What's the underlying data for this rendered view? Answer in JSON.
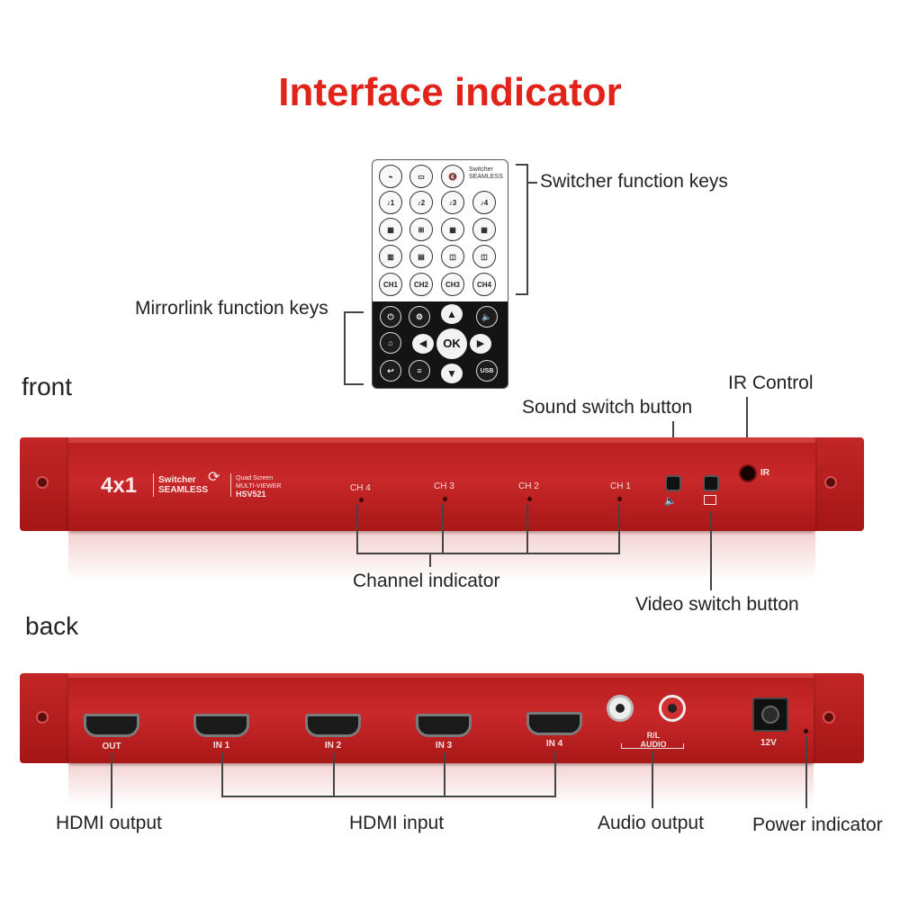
{
  "title": "Interface indicator",
  "remote": {
    "labels": {
      "switcher_keys": "Switcher function keys",
      "mirrorlink_keys": "Mirrorlink function keys"
    },
    "brand_line1": "Switcher",
    "brand_line2": "SEAMLESS",
    "top_row": [
      "",
      "",
      "mute"
    ],
    "channel_keys": [
      "CH1",
      "CH2",
      "CH3",
      "CH4"
    ],
    "ok_label": "OK",
    "usb_label": "USB"
  },
  "front": {
    "section_label": "front",
    "model_big": "4x1",
    "brand_line1": "Switcher",
    "brand_line2": "SEAMLESS",
    "sub_line1": "Quad Screen",
    "sub_line2": "MULTI-VIEWER",
    "model": "HSV521",
    "channels": [
      "CH 4",
      "CH 3",
      "CH 2",
      "CH 1"
    ],
    "ir_label": "IR",
    "callouts": {
      "sound": "Sound switch button",
      "ir": "IR Control",
      "channel": "Channel indicator",
      "video": "Video switch button"
    }
  },
  "back": {
    "section_label": "back",
    "ports": [
      "OUT",
      "IN 1",
      "IN 2",
      "IN 3",
      "IN 4"
    ],
    "audio_label_1": "R/L",
    "audio_label_2": "AUDIO",
    "power_label": "12V",
    "callouts": {
      "hdmi_out": "HDMI output",
      "hdmi_in": "HDMI input",
      "audio_out": "Audio output",
      "power": "Power indicator"
    }
  },
  "colors": {
    "title": "#e2231a",
    "panel": "#c9282a"
  }
}
